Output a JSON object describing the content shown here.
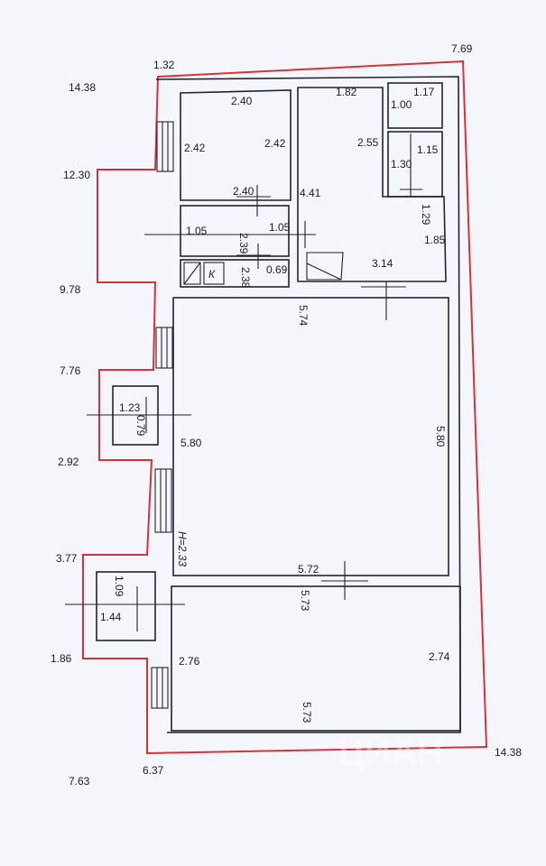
{
  "plan": {
    "outer_labels": {
      "top_left_vertex": "1.32",
      "top_right_vertex": "7.69",
      "top_left_corner": "14.38",
      "step_upper": "12.30",
      "step_lower": "9.78",
      "bay1_top": "7.76",
      "bay1_bottom": "2.92",
      "bay2_top": "3.77",
      "bay2_bottom": "1.86",
      "bottom_left_a": "7.63",
      "bottom_left_b": "6.37",
      "bottom_right": "14.38"
    },
    "room_labels": {
      "r1_top": "2.40",
      "r1_left": "2.42",
      "r1_right": "2.42",
      "r1_bottom": "2.40",
      "r2_top": "1.82",
      "r2_side": "2.55",
      "r2_right": "1.85",
      "r2_left": "4.41",
      "wc1_top": "1.17",
      "wc1_left": "1.00",
      "wc2_right": "1.15",
      "wc2_left": "1.30",
      "wc2_bottom": "1.29",
      "hall_left": "1.05",
      "hall_right": "1.05",
      "hall_bottom": "2.39",
      "k_label": "К",
      "k_width": "2.38",
      "k_side": "0.69",
      "corr": "3.14",
      "big_top": "5.74",
      "big_left": "5.80",
      "big_right": "5.80",
      "big_bottom": "5.72",
      "height_note": "H=2.33",
      "bay1_width": "1.23",
      "bay1_depth": "0.79",
      "bay2_depth": "1.09",
      "bay2_width": "1.44",
      "low_top": "5.73",
      "low_left": "2.76",
      "low_right": "2.74",
      "low_bottom": "5.73"
    },
    "watermark": "ЦИАН"
  }
}
